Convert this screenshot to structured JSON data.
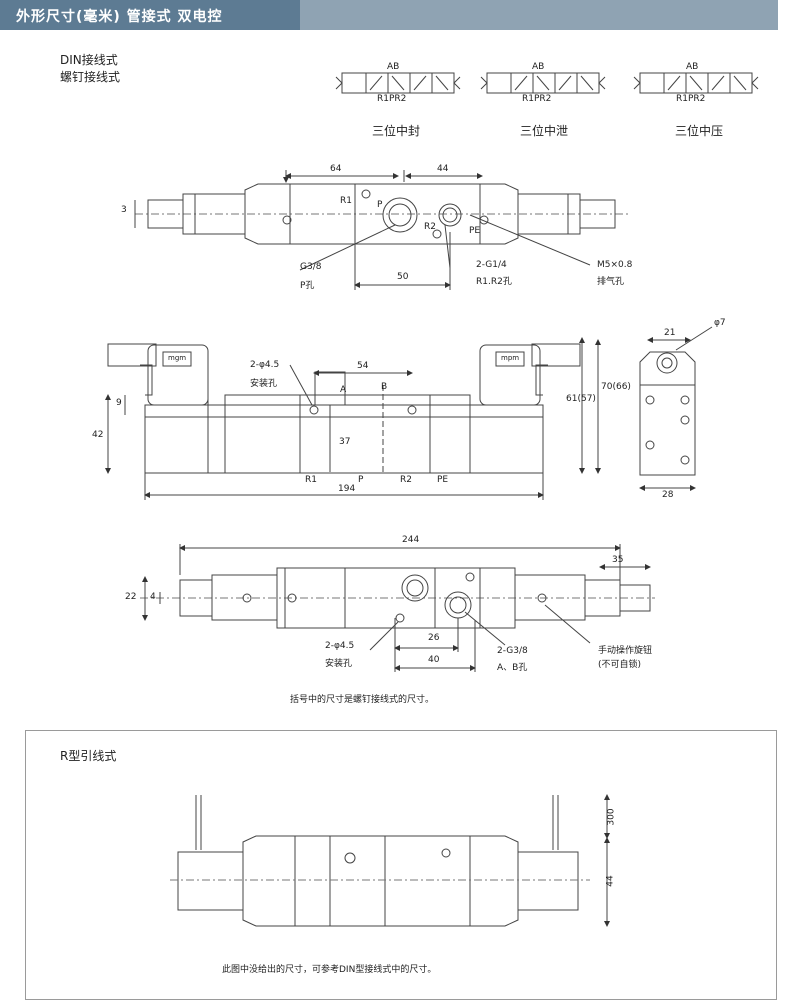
{
  "header": {
    "title": "外形尺寸(毫米)  管接式 双电控"
  },
  "din": {
    "line1": "DIN接线式",
    "line2": "螺钉接线式"
  },
  "symbols": [
    {
      "top": "AB",
      "bottom": "R1PR2",
      "caption": "三位中封"
    },
    {
      "top": "AB",
      "bottom": "R1PR2",
      "caption": "三位中泄"
    },
    {
      "top": "AB",
      "bottom": "R1PR2",
      "caption": "三位中压"
    }
  ],
  "top_view": {
    "dim_64": "64",
    "dim_44": "44",
    "dim_3": "3",
    "dim_50": "50",
    "r1": "R1",
    "p": "P",
    "r2": "R2",
    "pe": "PE",
    "g38": "G3/8",
    "p_hole": "P孔",
    "g14": "2-G1/4",
    "r_holes": "R1.R2孔",
    "m5": "M5×0.8",
    "exhaust": "排气孔"
  },
  "front_view": {
    "mount": "2-φ4.5",
    "mount_hole": "安装孔",
    "dim_54": "54",
    "a": "A",
    "b": "B",
    "dim_9": "9",
    "dim_42": "42",
    "dim_37": "37",
    "r1": "R1",
    "p": "P",
    "r2": "R2",
    "pe": "PE",
    "dim_194": "194",
    "dim_61": "61(57)",
    "dim_70": "70(66)",
    "logo_left": "mgm",
    "logo_right": "mpm"
  },
  "side_view": {
    "dim_21": "21",
    "dim_phi7": "φ7",
    "dim_28": "28"
  },
  "bottom_view": {
    "dim_244": "244",
    "dim_35": "35",
    "dim_22": "22",
    "dim_4": "4",
    "dim_26": "26",
    "dim_40": "40",
    "mount": "2-φ4.5",
    "mount_hole": "安装孔",
    "g38": "2-G3/8",
    "ab_hole": "A、B孔",
    "manual": "手动操作旋钮",
    "no_lock": "(不可自锁)"
  },
  "note1": "括号中的尺寸是螺钉接线式的尺寸。",
  "r_type": {
    "title": "R型引线式",
    "dim_300": "300",
    "dim_44": "44",
    "note": "此图中没给出的尺寸，可参考DIN型接线式中的尺寸。"
  }
}
